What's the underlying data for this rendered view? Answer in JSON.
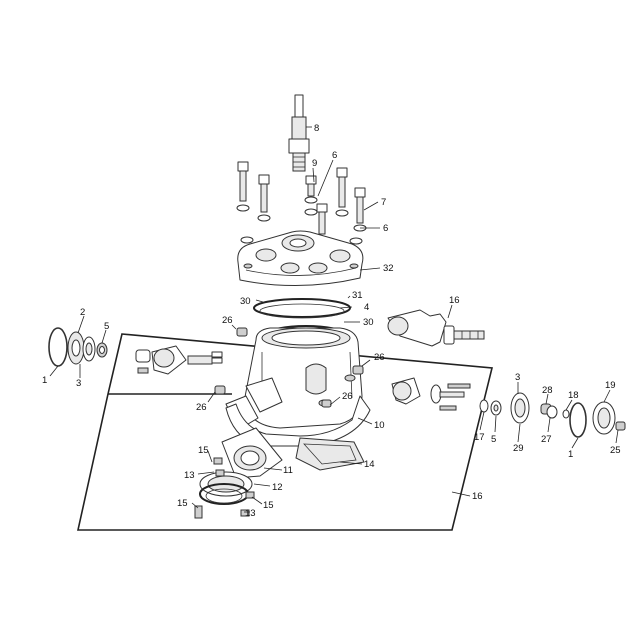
{
  "diagram": {
    "callouts": {
      "spark_plug": "8",
      "washer_top": "9",
      "washer_a": "6",
      "stud_bolt": "7",
      "washer_b": "6",
      "cylinder_head": "32",
      "head_gasket_pin": "30",
      "oring": "31",
      "head_gasket": "4",
      "base_gasket_ring": "30",
      "exhaust_valve_top": "16",
      "circlip_left": "1",
      "ring_left": "2",
      "seal_left": "3",
      "washer_left": "5",
      "dowel_left": "26",
      "dowel_right_top": "26",
      "dowel_mid": "26",
      "dowel_front": "26",
      "cylinder": "10",
      "gasket_14": "14",
      "gasket_11": "11",
      "clamp_12": "12",
      "reed_13a": "13",
      "reed_13b": "13",
      "screw_15a": "15",
      "screw_15b": "15",
      "screw_15c": "15",
      "valve_kit": "16",
      "seal_3_right": "3",
      "bearing_17": "17",
      "washer_5_right": "5",
      "ring_29": "29",
      "bush_28": "28",
      "nut_27": "27",
      "clip_18": "18",
      "circlip_right": "1",
      "cover_19": "19",
      "screw_25": "25"
    }
  }
}
